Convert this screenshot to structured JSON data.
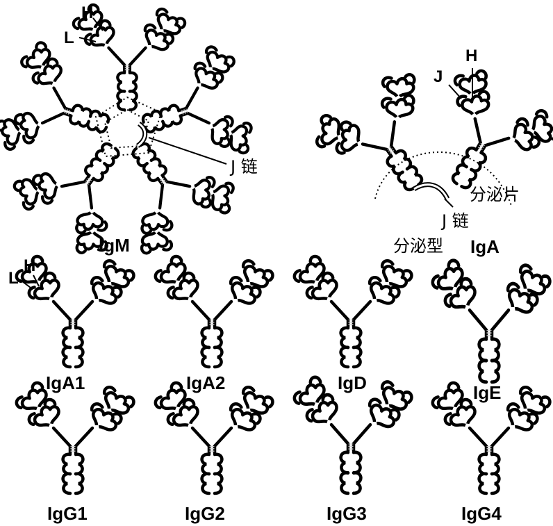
{
  "labels": {
    "heavy": "H",
    "light": "L",
    "j": "J",
    "j_chain": "J 链",
    "secretory_component": "分泌片",
    "secretory_type": "分泌型"
  },
  "molecules": {
    "igm": "IgM",
    "iga": "IgA",
    "iga1": "IgA1",
    "iga2": "IgA2",
    "igd": "IgD",
    "ige": "IgE",
    "igg1": "IgG1",
    "igg2": "IgG2",
    "igg3": "IgG3",
    "igg4": "IgG4"
  },
  "colors": {
    "ink": "#000000",
    "paper": "#ffffff",
    "hinge_fill": "#bbbbbb"
  }
}
